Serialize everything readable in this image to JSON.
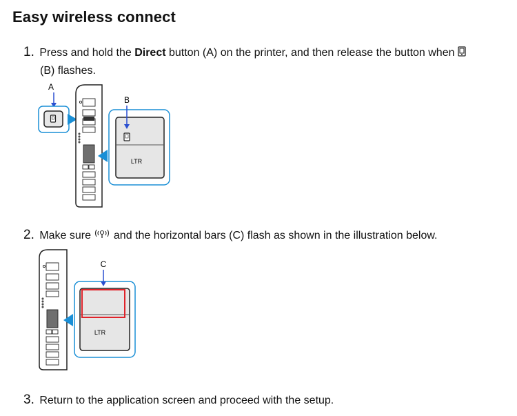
{
  "page": {
    "title": "Easy wireless connect"
  },
  "steps": [
    {
      "number": "1.",
      "text_before": "Press and hold the ",
      "bold": "Direct",
      "text_after": " button (A) on the printer, and then release the button when ",
      "text_line2": "(B) flashes.",
      "icon": "phone-icon"
    },
    {
      "number": "2.",
      "text_before": "Make sure ",
      "text_after": " and the horizontal bars (C) flash as shown in the illustration below.",
      "icon": "wireless-icon"
    },
    {
      "number": "3.",
      "text": "Return to the application screen and proceed with the setup."
    }
  ],
  "figure1": {
    "label_a": "A",
    "label_b": "B",
    "screen_text": "LTR"
  },
  "figure2": {
    "label_c": "C",
    "screen_text": "LTR"
  },
  "colors": {
    "highlight_blue": "#1a8fd6",
    "arrow_blue": "#2a4fd0",
    "screen_gray": "#e6e6e6",
    "bars_red": "#e0232a"
  }
}
